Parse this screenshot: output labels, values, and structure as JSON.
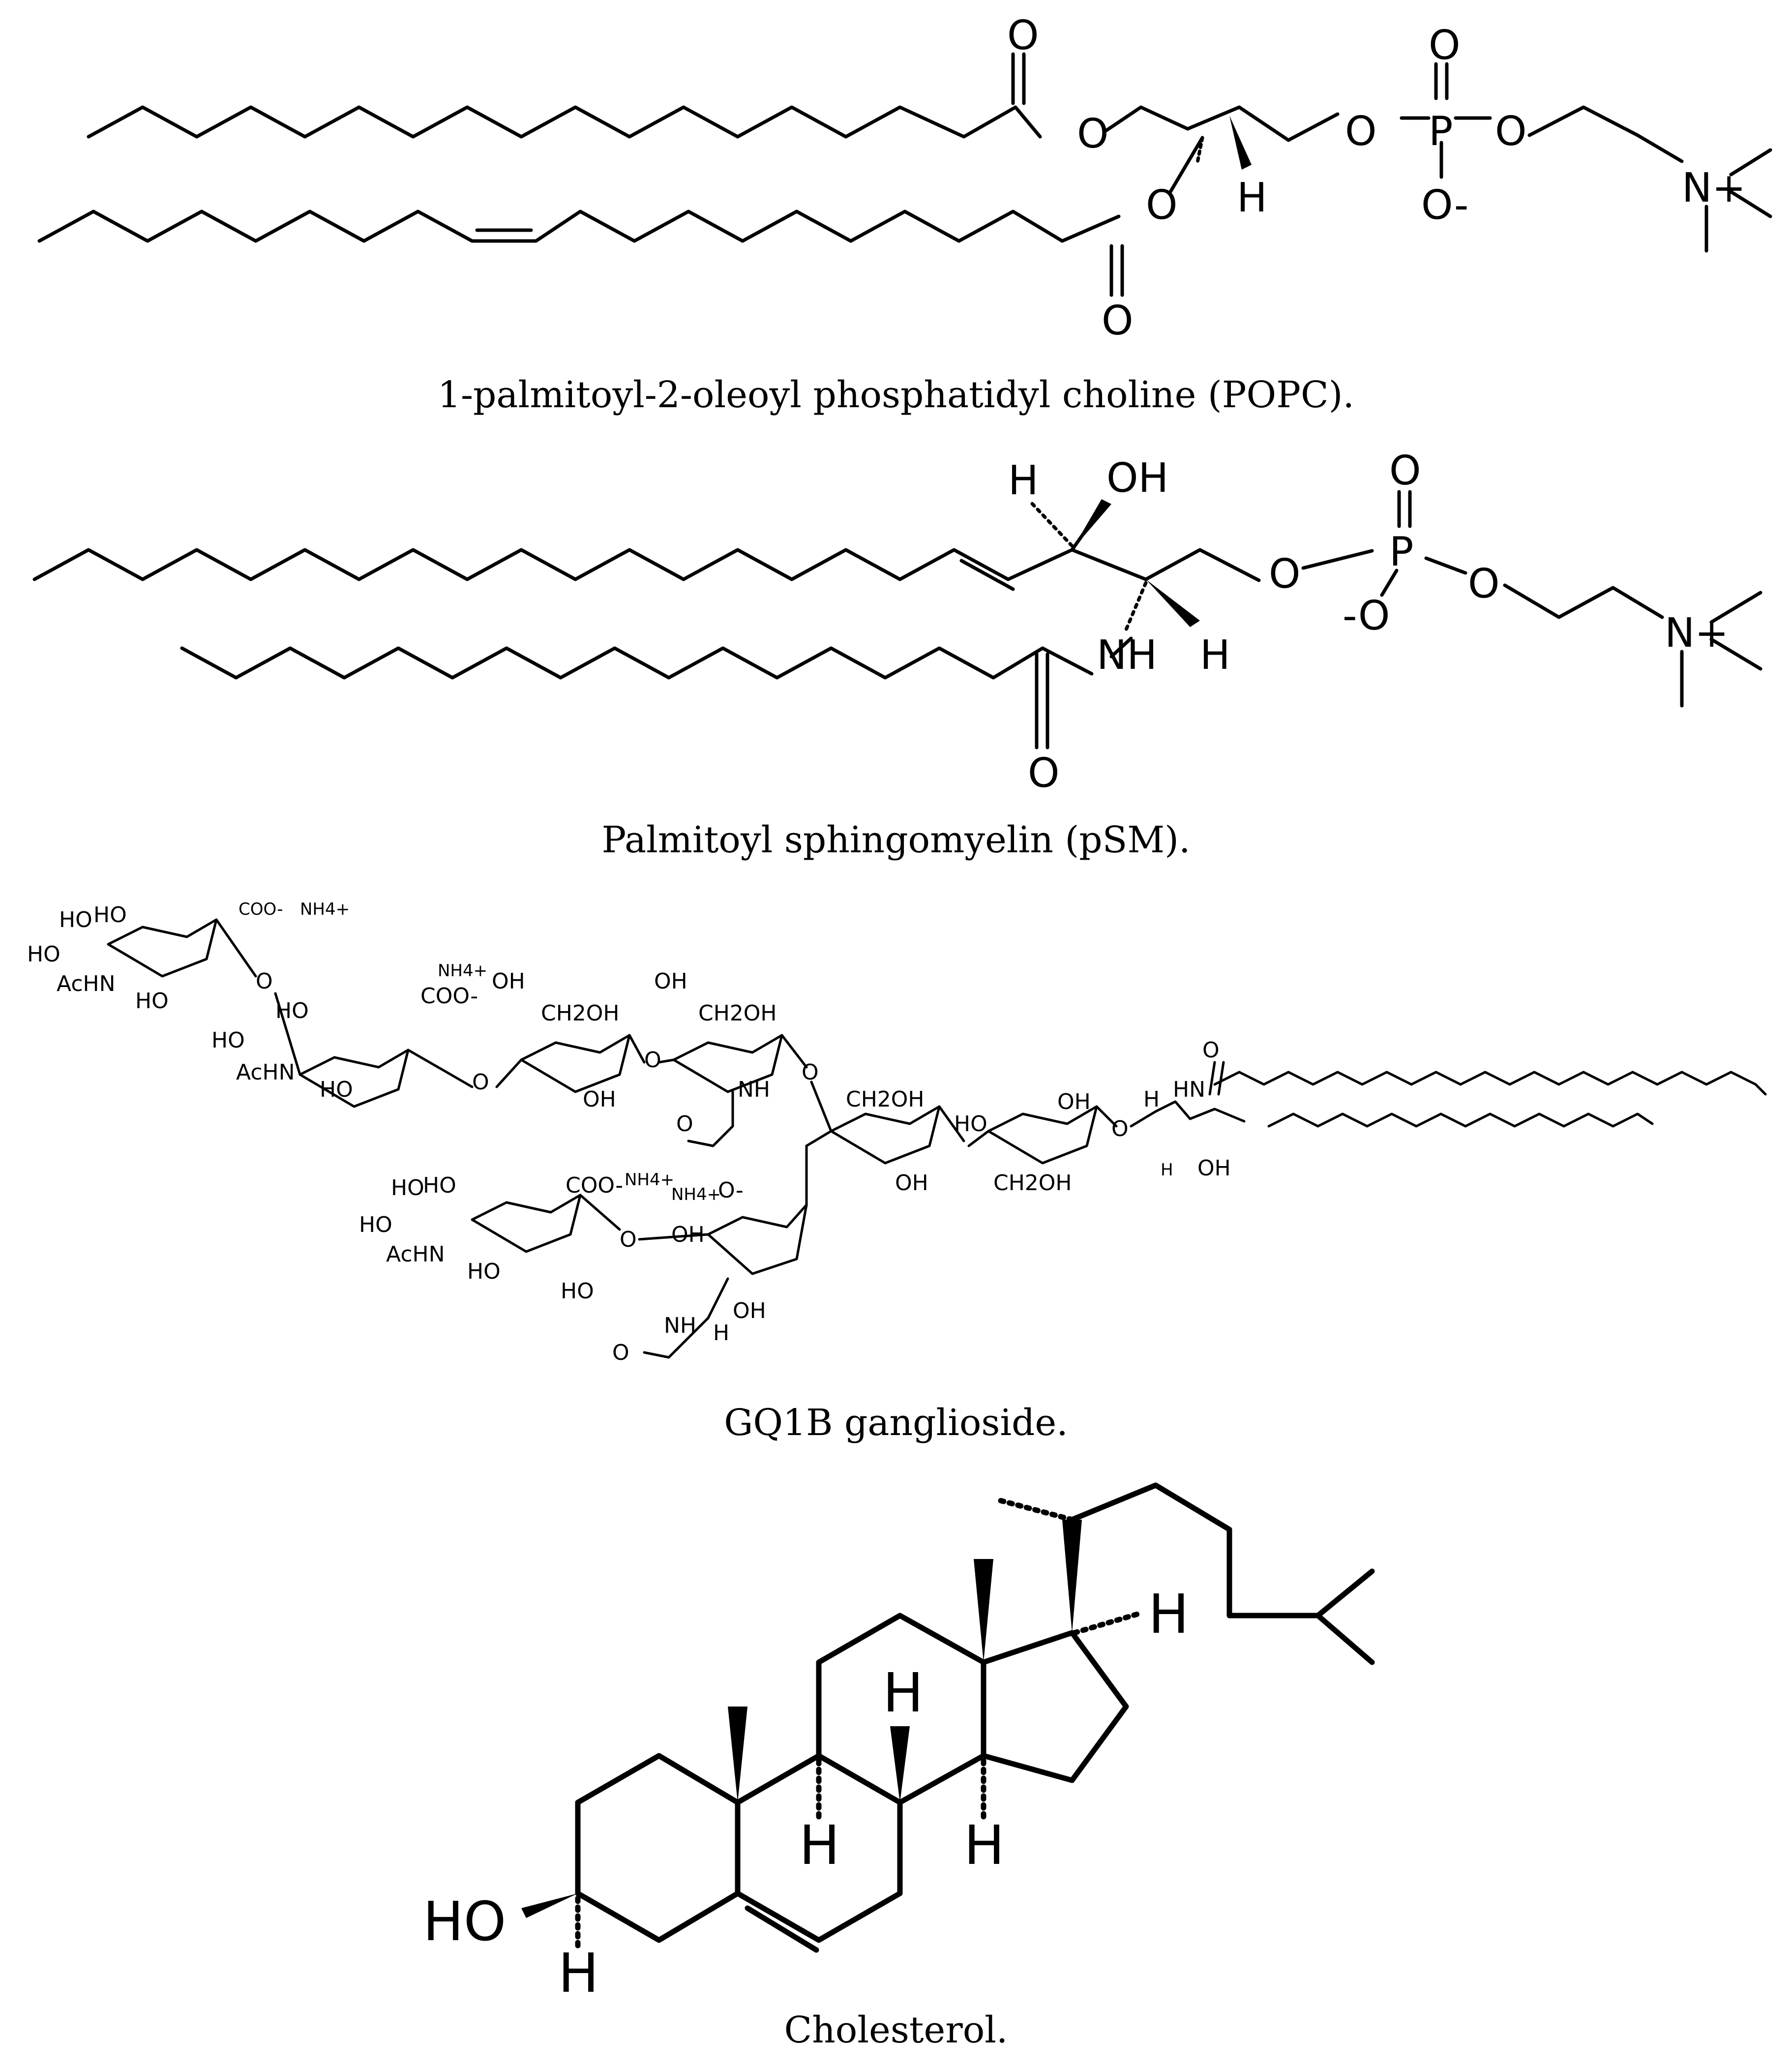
{
  "molecules": [
    {
      "caption": "1-palmitoyl-2-oleoyl phosphatidyl choline (POPC).",
      "atoms": {
        "o_carbonyl1": "O",
        "o_ester1": "O",
        "o_ester2": "O",
        "o_carbonyl2": "O",
        "h": "H",
        "o_p1": "O",
        "p": "P",
        "o_p_double": "O",
        "o_p_minus": "O-",
        "o_p2": "O",
        "n_plus": "N+"
      }
    },
    {
      "caption": "Palmitoyl sphingomyelin (pSM).",
      "atoms": {
        "h_top": "H",
        "oh": "OH",
        "o_link": "O",
        "p": "P",
        "o_p_double": "O",
        "o_p_minus": "-O",
        "o_p2": "O",
        "n_plus": "N+",
        "nh": "NH",
        "h_bottom": "H",
        "o_amide": "O"
      }
    },
    {
      "caption": "GQ1B ganglioside.",
      "atoms": {
        "coo1": "COO-",
        "nh4_1": "NH4+",
        "ho1": "HO",
        "ho2": "HO",
        "ho3": "HO",
        "achn1": "AcHN",
        "ho4": "HO",
        "o1": "O",
        "nh4_2": "NH4+",
        "coo2": "COO-",
        "ho5": "HO",
        "ho6": "HO",
        "achn2": "AcHN",
        "ho7": "HO",
        "ho8": "HO",
        "oh1": "OH",
        "ch2oh1": "CH2OH",
        "oh2": "OH",
        "o2": "O",
        "oh3": "OH",
        "ch2oh2": "CH2OH",
        "nh1": "NH",
        "o3": "O",
        "o4": "O",
        "ch2oh3": "CH2OH",
        "oh4": "OH",
        "ho9": "HO",
        "oh5": "OH",
        "ch2oh4": "CH2OH",
        "o5": "O",
        "oh6": "OH",
        "o6": "O",
        "h1": "H",
        "hn": "HN",
        "o_amide": "O",
        "h2": "H",
        "oh7": "OH",
        "coo3": "COO-",
        "nh4_3": "NH4+",
        "nh4_4": "NH4+",
        "o_minus": "O-",
        "ho10": "HO",
        "ho11": "HO",
        "ho12": "HO",
        "achn3": "AcHN",
        "ho13": "HO",
        "o7": "O",
        "oh8": "OH",
        "ho14": "HO",
        "nh2": "NH",
        "h3": "H",
        "oh9": "OH",
        "o8": "O"
      }
    },
    {
      "caption": "Cholesterol.",
      "atoms": {
        "h_c17": "H",
        "h_c9": "H",
        "h_c8": "H",
        "h_c14": "H",
        "ho": "HO",
        "h_c3": "H"
      }
    }
  ]
}
